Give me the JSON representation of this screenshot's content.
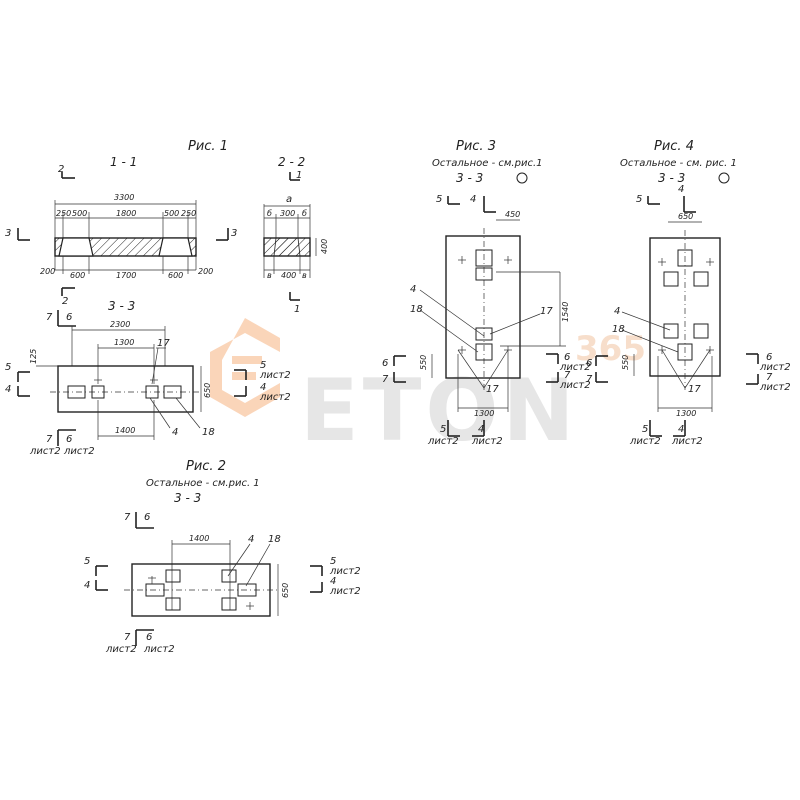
{
  "watermark": {
    "brand": "ETON",
    "num": "365",
    "color_gray": "#c9c9c9",
    "color_orange": "#f4a46a"
  },
  "fig1": {
    "title": "Рис. 1",
    "sec11": "1 - 1",
    "sec22": "2 - 2",
    "sec33": "3 - 3",
    "cut": {
      "two": "2",
      "three": "3",
      "one": "1"
    },
    "top_total": "3300",
    "top_dims": [
      "250",
      "500",
      "1800",
      "500",
      "250"
    ],
    "bot_dims": [
      "200",
      "600",
      "1700",
      "600",
      "200"
    ],
    "s22_a": "a",
    "s22_top": [
      "б",
      "300",
      "б"
    ],
    "s22_bot": [
      "в",
      "400",
      "в"
    ],
    "s22_h": "400",
    "plan_dims": {
      "d2300": "2300",
      "d1300": "1300",
      "d1400": "1400",
      "d125": "125",
      "d650": "650"
    },
    "labels": {
      "l17": "17",
      "l4": "4",
      "l18": "18"
    },
    "marks": {
      "m7": "7",
      "m6": "6",
      "m5": "5",
      "m4": "4"
    },
    "sheet": "лист2"
  },
  "fig2": {
    "title": "Рис. 2",
    "note": "Остальное - см.рис. 1",
    "sec": "3 - 3",
    "d1400": "1400",
    "d650": "650",
    "l4": "4",
    "l18": "18",
    "marks": {
      "m7": "7",
      "m6": "6",
      "m5": "5",
      "m4": "4"
    },
    "sheet": "лист2"
  },
  "fig3": {
    "title": "Рис. 3",
    "note": "Остальное - см.рис.1",
    "sec": "3 - 3",
    "d450": "450",
    "d1540": "1540",
    "d550": "550",
    "d1300": "1300",
    "labels": {
      "l4": "4",
      "l18": "18",
      "l17a": "17",
      "l17b": "17"
    },
    "marks": {
      "m5": "5",
      "m4": "4",
      "m6": "6",
      "m7": "7"
    },
    "sheet": "лист2"
  },
  "fig4": {
    "title": "Рис. 4",
    "note": "Остальное - см. рис. 1",
    "sec": "3 - 3",
    "d650": "650",
    "d550": "550",
    "d1300": "1300",
    "labels": {
      "l4": "4",
      "l18": "18",
      "l17": "17"
    },
    "marks": {
      "m5": "5",
      "m4": "4",
      "m6": "6",
      "m7": "7"
    },
    "sheet": "лист2"
  }
}
